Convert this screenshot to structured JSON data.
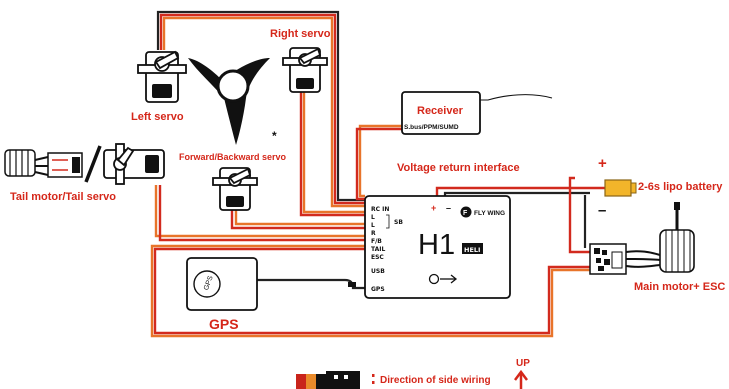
{
  "labels": {
    "right_servo": "Right servo",
    "left_servo": "Left servo",
    "forward_backward_servo": "Forward/Backward servo",
    "asterisk": "*",
    "tail_motor_servo": "Tail motor/Tail servo",
    "receiver": "Receiver",
    "receiver_protocol": "S.bus/PPM/SUMD",
    "voltage_return": "Voltage return interface",
    "battery": "2-6s lipo battery",
    "plus": "+",
    "minus": "–",
    "main_motor_esc": "Main motor+ ESC",
    "gps": "GPS",
    "gps_module": "GPS",
    "up": "UP",
    "direction_side_wiring": "Direction of side wiring"
  },
  "controller": {
    "model": "H1",
    "badge": "HELI",
    "brand": "FLY WING",
    "brand_letter": "F",
    "mini_plus": "+",
    "mini_minus": "–",
    "side_mark": "SB",
    "ports": [
      "RC IN",
      "L",
      "L",
      "R",
      "F/B",
      "TAIL",
      "ESC",
      "USB",
      "GPS"
    ]
  },
  "colors": {
    "label_red": "#d5271a",
    "wire_orange": "#e8742a",
    "wire_red": "#d22a1e",
    "wire_black": "#222222"
  },
  "icons": [
    "servo-icon",
    "rotor-head-icon",
    "motor-icon",
    "esc-icon",
    "battery-connector-icon",
    "gps-module-icon",
    "receiver-icon",
    "up-arrow-icon",
    "arrow-right-icon"
  ]
}
